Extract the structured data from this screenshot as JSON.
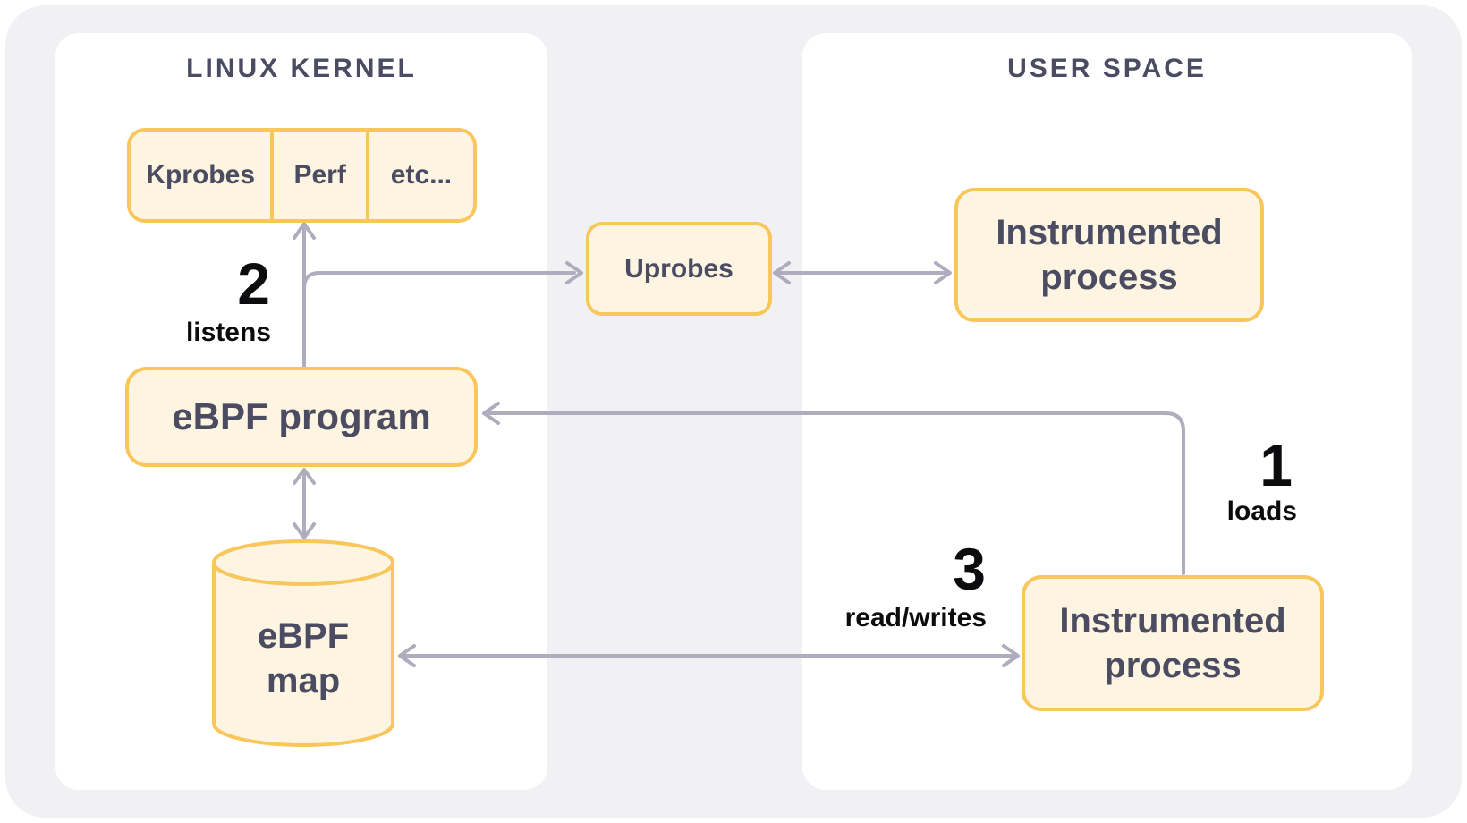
{
  "colors": {
    "surface": "#f1f1f4",
    "accent": "#f9c65c",
    "fill": "#fdf5e1",
    "arrow": "#adadbd",
    "text": "#4b4b61",
    "label": "#0c0c0e"
  },
  "kernel_panel": {
    "title": "LINUX KERNEL",
    "probe_boxes": [
      "Kprobes",
      "Perf",
      "etc..."
    ],
    "ebpf_program": "eBPF program",
    "ebpf_map": {
      "line1": "eBPF",
      "line2": "map"
    }
  },
  "user_panel": {
    "title": "USER SPACE",
    "instrumented_top": {
      "line1": "Instrumented",
      "line2": "process"
    },
    "instrumented_bottom": {
      "line1": "Instrumented",
      "line2": "process"
    }
  },
  "bridge": {
    "uprobes": "Uprobes"
  },
  "annotations": {
    "listens": {
      "number": "2",
      "label": "listens"
    },
    "loads": {
      "number": "1",
      "label": "loads"
    },
    "read_writes": {
      "number": "3",
      "label": "read/writes"
    }
  }
}
